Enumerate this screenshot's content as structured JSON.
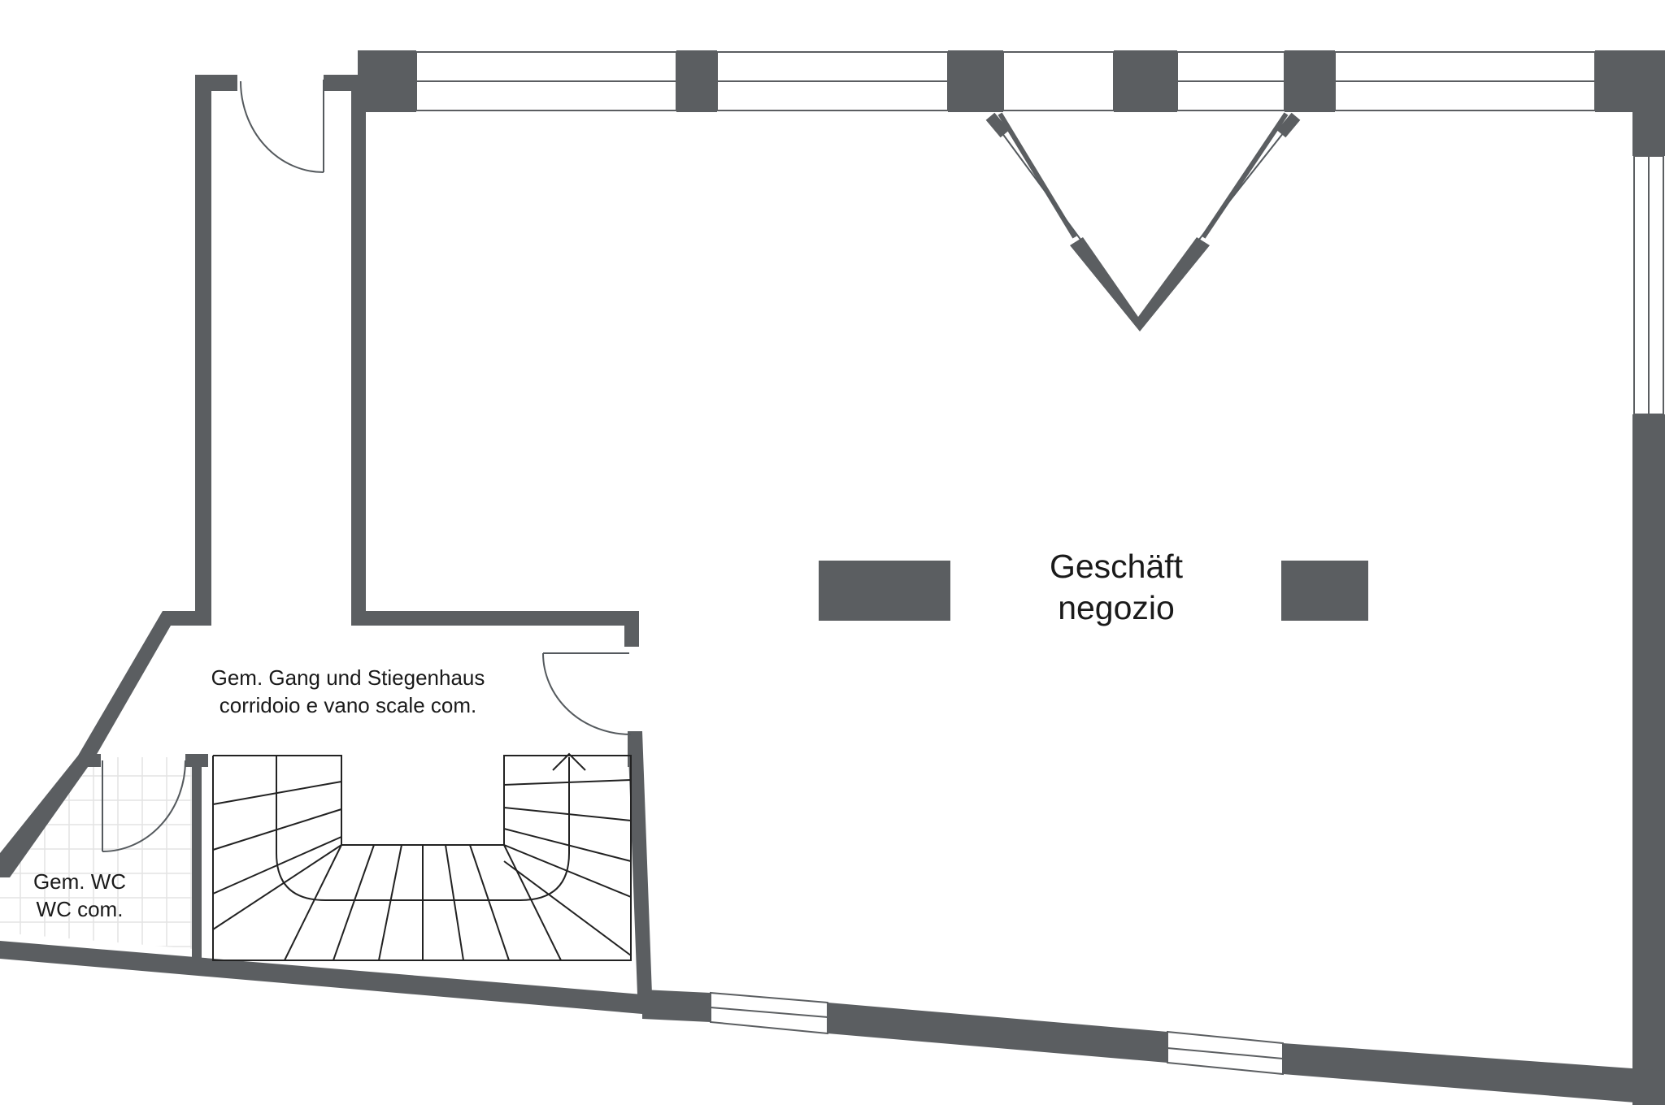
{
  "colors": {
    "wall": "#5b5e61",
    "background": "#ffffff",
    "text": "#1a1a1a"
  },
  "rooms": {
    "shop": {
      "line1": "Geschäft",
      "line2": "negozio"
    },
    "stairwell": {
      "line1": "Gem. Gang und Stiegenhaus",
      "line2": "corridoio e vano scale com."
    },
    "wc": {
      "line1": "Gem. WC",
      "line2": "WC com."
    }
  }
}
